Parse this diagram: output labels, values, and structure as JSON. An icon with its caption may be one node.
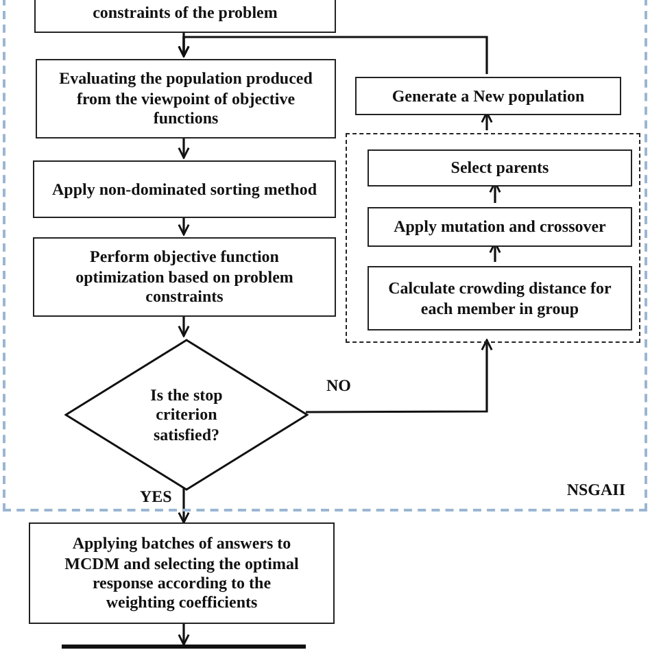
{
  "diagram": {
    "nodes": [
      {
        "text": [
          "NSGAII"
        ]
      },
      {
        "text": [
          "constraints of the problem"
        ],
        "in": 0
      },
      {
        "text": [
          "Evaluating the population produced from the viewpoint of objective functions"
        ],
        "in": 0
      },
      {
        "text": [
          "Apply non-dominated sorting method"
        ],
        "in": 0
      },
      {
        "text": [
          "Perform objective function optimization based on problem constraints"
        ],
        "in": 0
      },
      {
        "text": [
          "Is the stop criterion satisfied?"
        ],
        "in": 0
      },
      {
        "text": [
          "Generate a New population"
        ],
        "in": 0
      },
      {
        "text": [],
        "shape": "box",
        "in": 0
      },
      {
        "text": [
          "Select parents"
        ],
        "in": 7
      },
      {
        "text": [
          "Apply mutation and crossover"
        ],
        "in": 7
      },
      {
        "text": [
          "Calculate crowding distance for each member in group"
        ],
        "in": 7
      },
      {
        "text": [
          "Applying batches of answers to MCDM and selecting the optimal response according to the weighting coefficients"
        ]
      },
      {
        "text": [],
        "shape": "box"
      }
    ],
    "edges": [
      {
        "from": 1,
        "to": 2,
        "arrow": "to"
      },
      {
        "from": 6,
        "to": 2,
        "arrow": "to"
      },
      {
        "from": 2,
        "to": 3,
        "arrow": "to"
      },
      {
        "from": 3,
        "to": 4,
        "arrow": "to"
      },
      {
        "from": 4,
        "to": 5,
        "arrow": "to"
      },
      {
        "from": 5,
        "to": 7,
        "arrow": "to",
        "label": "NO"
      },
      {
        "from": 10,
        "to": 9,
        "arrow": "to"
      },
      {
        "from": 9,
        "to": 8,
        "arrow": "to"
      },
      {
        "from": 7,
        "to": 6,
        "arrow": "to"
      },
      {
        "from": 5,
        "to": 11,
        "arrow": "to",
        "label": "YES"
      },
      {
        "from": 11,
        "to": 12,
        "arrow": "to"
      }
    ]
  }
}
